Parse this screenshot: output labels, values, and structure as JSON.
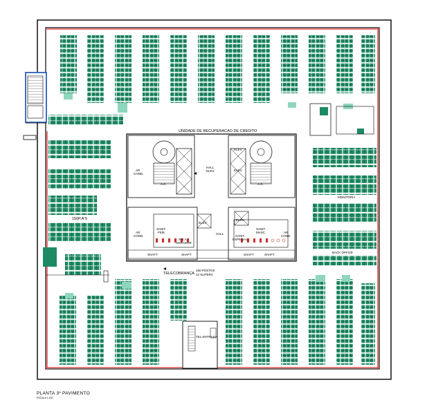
{
  "plan": {
    "title": "PLANTA 3º PAVIMENTO",
    "scale": "ESCALA 1:100",
    "labels": {
      "unidade": "UNIDADE DE RECUPERACAO DE CREDITO",
      "espacos": "150P.A'S",
      "telecobranca": "TELECOBRANÇA",
      "postos_line1": "160 POSTOS",
      "postos_line2": "12 SUPERV.",
      "monitoria": "MONITORIA",
      "back_office": "BACK OFFICE",
      "telentrada": "TEL.ENTRADA",
      "ar_cond_1": "AR",
      "ar_cond_2": "COND.",
      "ac": "A.C.",
      "hall_elev_1": "HALL",
      "hall_elev_2": "ELEV.",
      "elev": "ELEV.",
      "hall": "HALL",
      "sanit_fem_1": "SANIT.",
      "sanit_fem_2": "FEM.",
      "sanit_masc_1": "SANIT.",
      "sanit_masc_2": "MASC.",
      "sanit_esp_1": "SANIT.",
      "sanit_esp_2": "ESPECIAL",
      "sala_1": "SALA",
      "sala_2": "GERADOR",
      "shaft": "SHAFT"
    },
    "colors": {
      "workstation_fill": "#1e8a64",
      "workstation_light": "#8fd6bd",
      "wall_red": "#e05050",
      "wall_black": "#000000",
      "stair_blue": "#2a5fb8",
      "wc_red": "#c83030"
    }
  }
}
